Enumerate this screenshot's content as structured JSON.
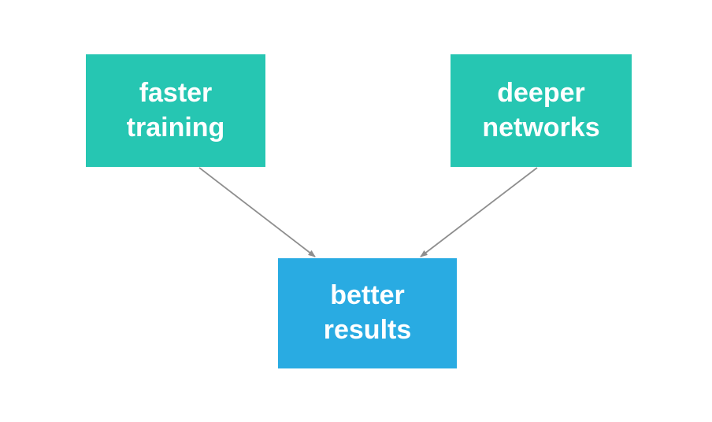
{
  "diagram": {
    "background_color": "#ffffff",
    "edge_color": "#8e8e8e",
    "nodes": [
      {
        "id": "faster-training",
        "label": "faster\ntraining",
        "color": "#26c6b2",
        "text_color": "#ffffff"
      },
      {
        "id": "deeper-networks",
        "label": "deeper\nnetworks",
        "color": "#26c6b2",
        "text_color": "#ffffff"
      },
      {
        "id": "better-results",
        "label": "better\nresults",
        "color": "#29abe2",
        "text_color": "#ffffff"
      }
    ],
    "edges": [
      {
        "from": "faster-training",
        "to": "better-results",
        "color": "#8e8e8e"
      },
      {
        "from": "deeper-networks",
        "to": "better-results",
        "color": "#8e8e8e"
      }
    ]
  }
}
